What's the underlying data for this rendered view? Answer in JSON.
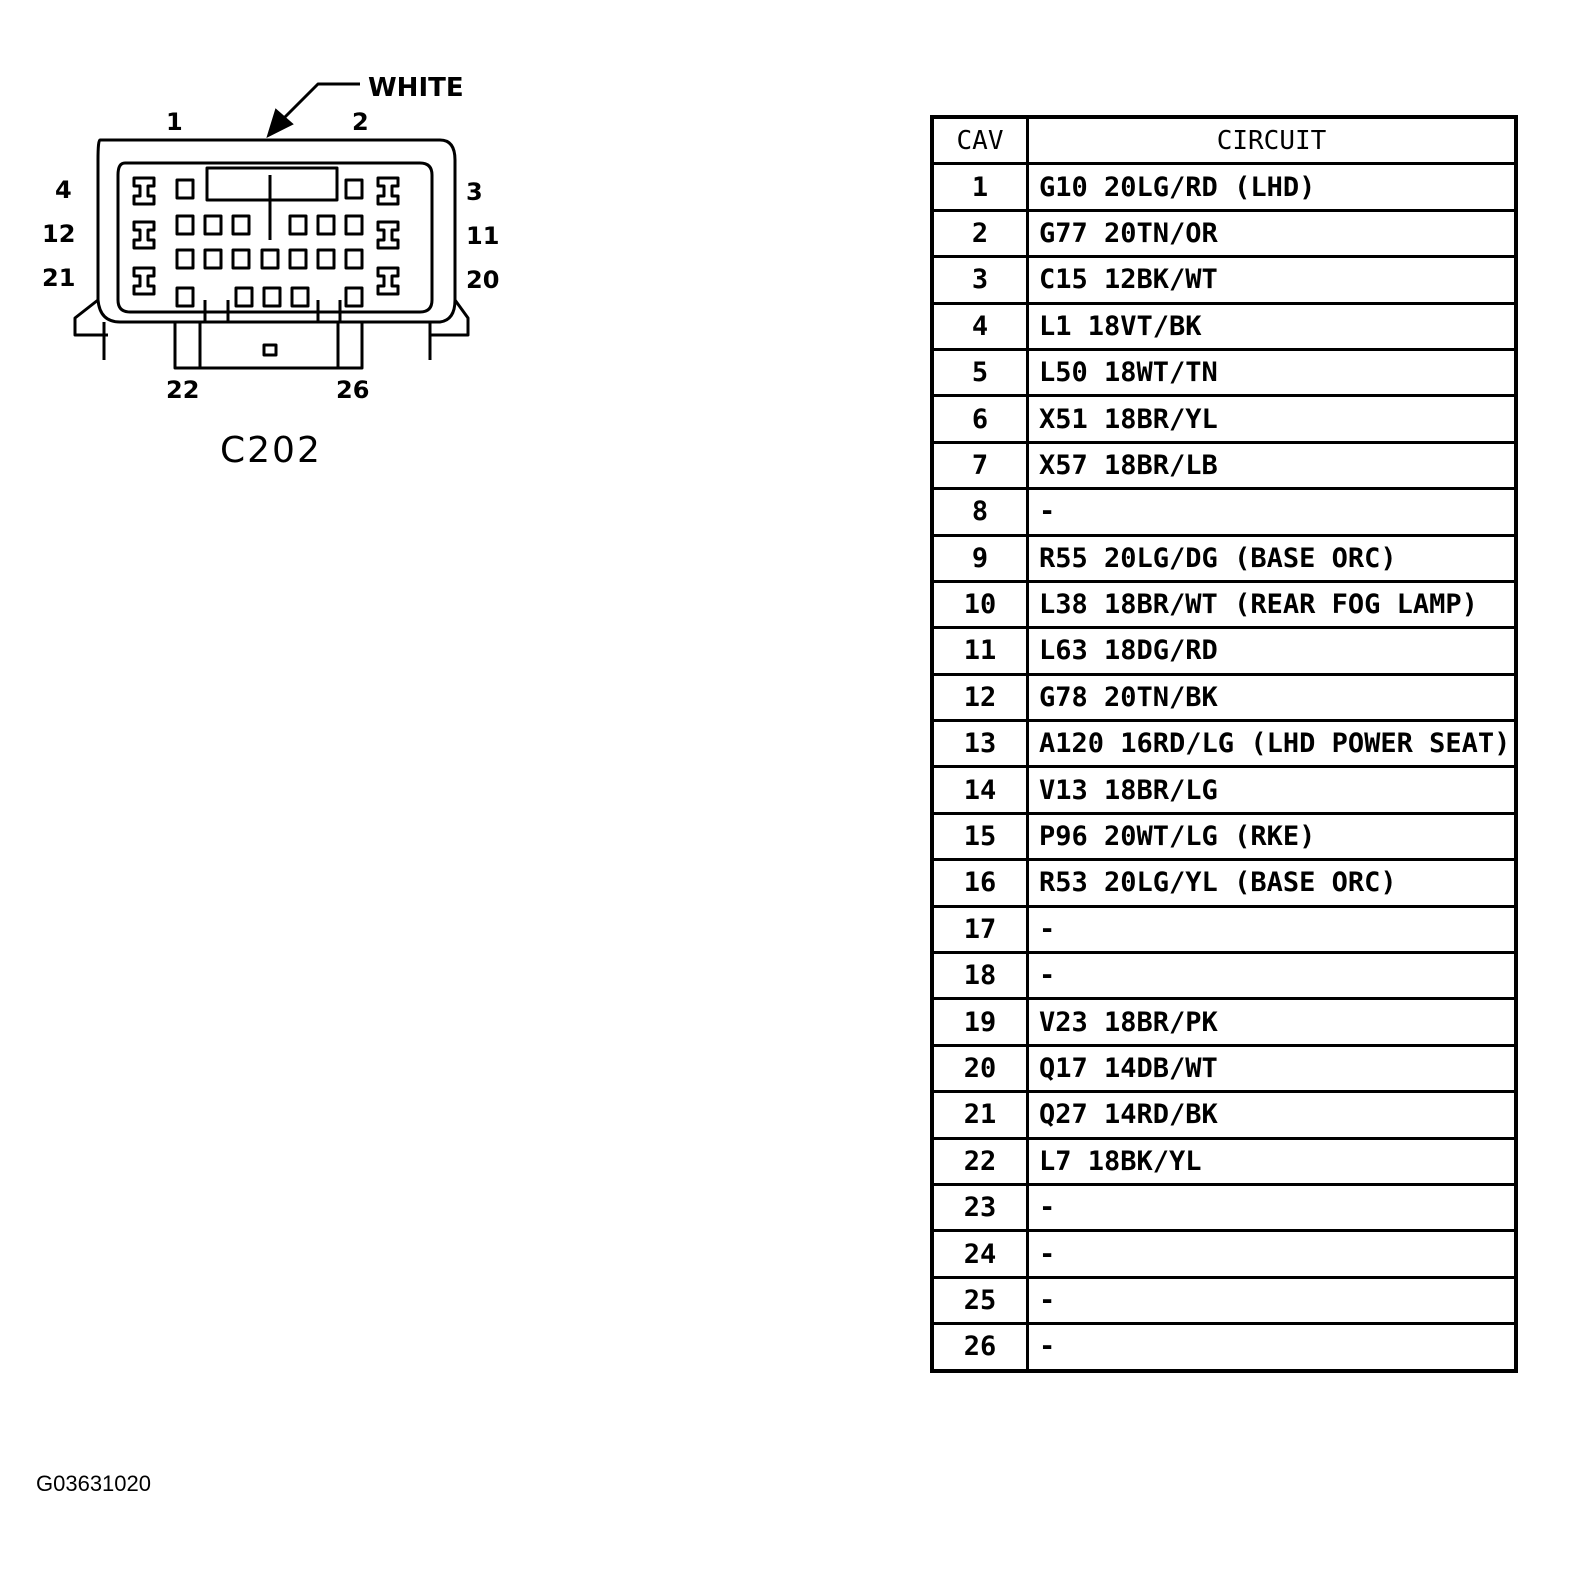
{
  "connector": {
    "name": "C202",
    "callout": "WHITE",
    "pin_labels": [
      "1",
      "2",
      "3",
      "4",
      "11",
      "12",
      "20",
      "21",
      "22",
      "26"
    ]
  },
  "table": {
    "headers": {
      "cav": "CAV",
      "circuit": "CIRCUIT"
    },
    "rows": [
      {
        "cav": "1",
        "circuit": "G10 20LG/RD (LHD)"
      },
      {
        "cav": "2",
        "circuit": "G77 20TN/OR"
      },
      {
        "cav": "3",
        "circuit": "C15 12BK/WT"
      },
      {
        "cav": "4",
        "circuit": "L1 18VT/BK"
      },
      {
        "cav": "5",
        "circuit": "L50 18WT/TN"
      },
      {
        "cav": "6",
        "circuit": "X51 18BR/YL"
      },
      {
        "cav": "7",
        "circuit": "X57 18BR/LB"
      },
      {
        "cav": "8",
        "circuit": "-"
      },
      {
        "cav": "9",
        "circuit": "R55 20LG/DG (BASE ORC)"
      },
      {
        "cav": "10",
        "circuit": "L38 18BR/WT (REAR FOG LAMP)"
      },
      {
        "cav": "11",
        "circuit": "L63 18DG/RD"
      },
      {
        "cav": "12",
        "circuit": "G78 20TN/BK"
      },
      {
        "cav": "13",
        "circuit": "A120 16RD/LG (LHD POWER SEAT)"
      },
      {
        "cav": "14",
        "circuit": "V13 18BR/LG"
      },
      {
        "cav": "15",
        "circuit": "P96 20WT/LG (RKE)"
      },
      {
        "cav": "16",
        "circuit": "R53 20LG/YL (BASE ORC)"
      },
      {
        "cav": "17",
        "circuit": "-"
      },
      {
        "cav": "18",
        "circuit": "-"
      },
      {
        "cav": "19",
        "circuit": "V23 18BR/PK"
      },
      {
        "cav": "20",
        "circuit": "Q17 14DB/WT"
      },
      {
        "cav": "21",
        "circuit": "Q27 14RD/BK"
      },
      {
        "cav": "22",
        "circuit": "L7 18BK/YL"
      },
      {
        "cav": "23",
        "circuit": "-"
      },
      {
        "cav": "24",
        "circuit": "-"
      },
      {
        "cav": "25",
        "circuit": "-"
      },
      {
        "cav": "26",
        "circuit": "-"
      }
    ]
  },
  "figure_id": "G03631020"
}
